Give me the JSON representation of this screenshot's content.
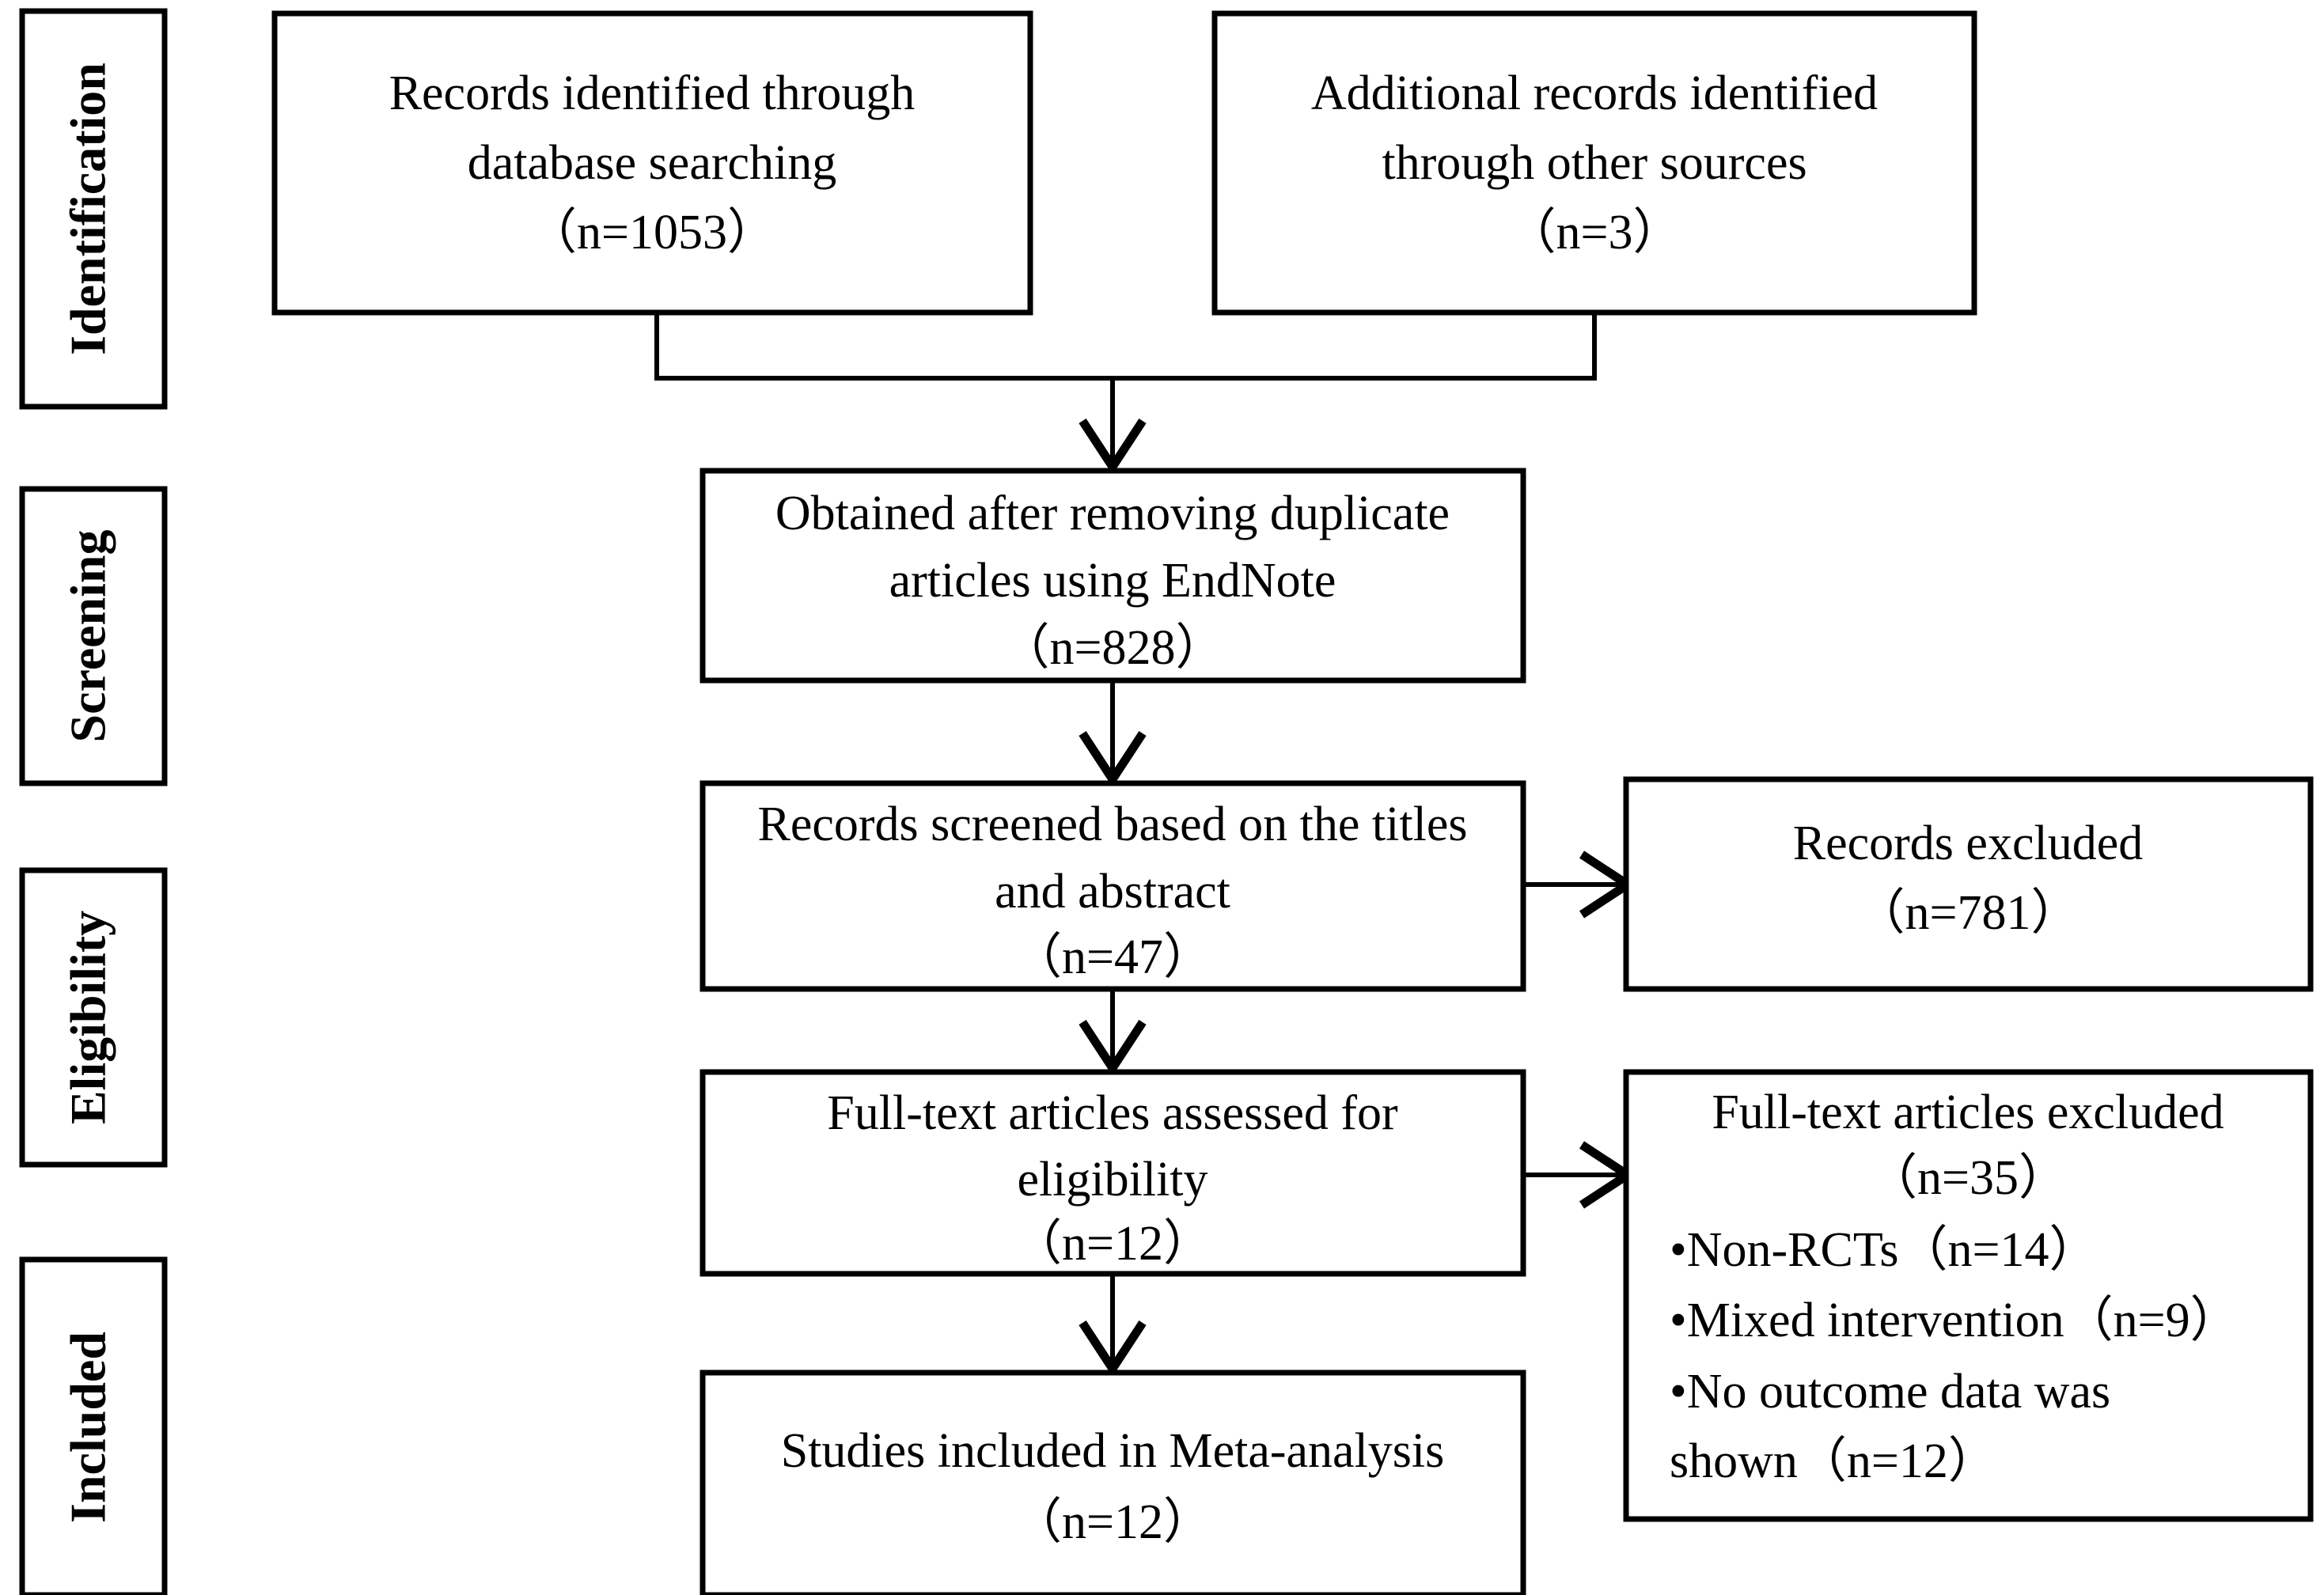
{
  "diagram": {
    "title": "PRISMA flow diagram",
    "type": "prisma-flow-diagram",
    "stroke_color": "#000000",
    "background_color": "#ffffff"
  },
  "stages": [
    {
      "id": "identification",
      "label": "Identification"
    },
    {
      "id": "screening",
      "label": "Screening"
    },
    {
      "id": "eligibility",
      "label": "Eligibility"
    },
    {
      "id": "included",
      "label": "Included"
    }
  ],
  "boxes": {
    "records_identified": {
      "id": "records-identified-database",
      "lines": [
        "Records identified through",
        "database searching",
        "（n=1053）"
      ],
      "count": 1053
    },
    "additional_records": {
      "id": "additional-records-other-sources",
      "lines": [
        "Additional records identified",
        "through other sources",
        "（n=3）"
      ],
      "count": 3
    },
    "duplicates_removed": {
      "id": "obtained-after-removing-duplicates",
      "lines": [
        "Obtained after removing duplicate",
        "articles using EndNote",
        "（n=828）"
      ],
      "count": 828
    },
    "records_screened": {
      "id": "records-screened",
      "lines": [
        "Records screened based on the titles",
        "and abstract",
        "（n=47）"
      ],
      "count": 47
    },
    "records_excluded": {
      "id": "records-excluded",
      "lines": [
        "Records excluded",
        "（n=781）"
      ],
      "count": 781
    },
    "fulltext_assessed": {
      "id": "fulltext-articles-assessed",
      "lines": [
        "Full-text articles assessed for",
        "eligibility",
        "（n=12）"
      ],
      "count": 12
    },
    "fulltext_excluded": {
      "id": "fulltext-articles-excluded",
      "heading_lines": [
        "Full-text articles excluded",
        "（n=35）"
      ],
      "count": 35,
      "reason_lines": [
        "•Non-RCTs（n=14）",
        "•Mixed intervention（n=9）",
        "•No outcome data was",
        "shown（n=12）"
      ],
      "reasons": [
        {
          "label": "Non-RCTs",
          "count": 14
        },
        {
          "label": "Mixed intervention",
          "count": 9
        },
        {
          "label": "No outcome data was shown",
          "count": 12
        }
      ]
    },
    "studies_included": {
      "id": "studies-included-meta-analysis",
      "lines": [
        "Studies included in Meta-analysis",
        "（n=12）"
      ],
      "count": 12
    }
  }
}
